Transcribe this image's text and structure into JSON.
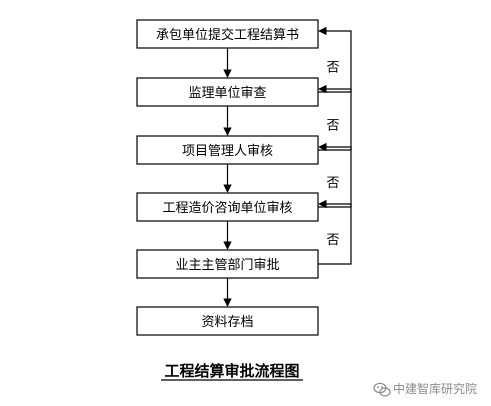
{
  "diagram": {
    "title": "工程结算审批流程图",
    "steps": [
      {
        "id": "submit",
        "label": "承包单位提交工程结算书"
      },
      {
        "id": "supervisor",
        "label": "监理单位审查"
      },
      {
        "id": "project-manager",
        "label": "项目管理人审核"
      },
      {
        "id": "cost-consultant",
        "label": "工程造价咨询单位审核"
      },
      {
        "id": "owner-dept",
        "label": "业主主管部门审批"
      },
      {
        "id": "archive",
        "label": "资料存档"
      }
    ],
    "rejection_label": "否",
    "rejections": [
      {
        "from": "supervisor",
        "to": "submit",
        "label": "否"
      },
      {
        "from": "project-manager",
        "to": "supervisor",
        "label": "否"
      },
      {
        "from": "cost-consultant",
        "to": "project-manager",
        "label": "否"
      },
      {
        "from": "owner-dept",
        "to": "cost-consultant",
        "label": "否"
      }
    ]
  },
  "watermark": {
    "text": "中建智库研究院",
    "icon": "wechat-icon",
    "color": "#8a8a8a"
  }
}
